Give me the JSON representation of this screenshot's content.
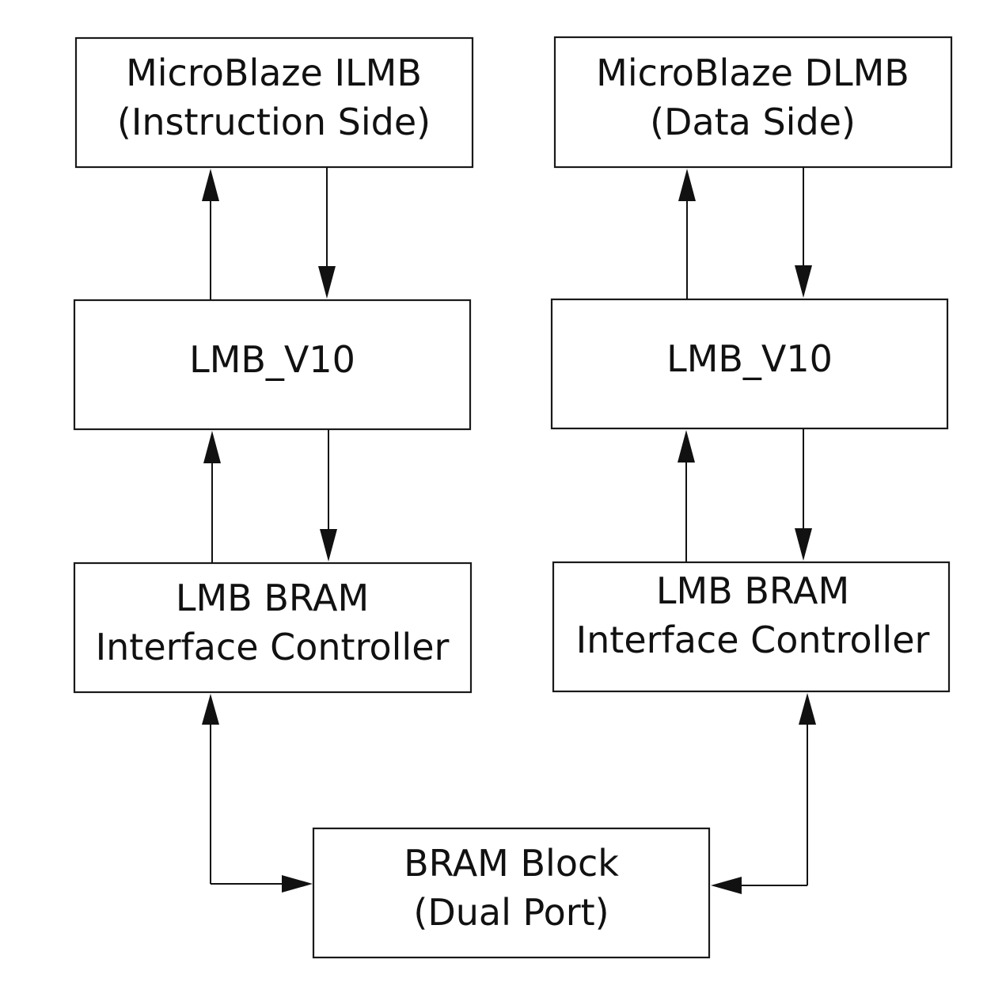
{
  "blocks": {
    "ilmb": {
      "line1": "MicroBlaze ILMB",
      "line2": "(Instruction Side)"
    },
    "dlmb": {
      "line1": "MicroBlaze DLMB",
      "line2": "(Data Side)"
    },
    "lmb_left": {
      "line1": "LMB_V10"
    },
    "lmb_right": {
      "line1": "LMB_V10"
    },
    "ctrl_left": {
      "line1": "LMB BRAM",
      "line2": "Interface Controller"
    },
    "ctrl_right": {
      "line1": "LMB BRAM",
      "line2": "Interface Controller"
    },
    "bram": {
      "line1": "BRAM Block",
      "line2": "(Dual Port)"
    }
  },
  "connections": [
    {
      "from": "lmb_left",
      "to": "ilmb"
    },
    {
      "from": "ilmb",
      "to": "lmb_left"
    },
    {
      "from": "lmb_right",
      "to": "dlmb"
    },
    {
      "from": "dlmb",
      "to": "lmb_right"
    },
    {
      "from": "ctrl_left",
      "to": "lmb_left"
    },
    {
      "from": "lmb_left",
      "to": "ctrl_left"
    },
    {
      "from": "ctrl_right",
      "to": "lmb_right"
    },
    {
      "from": "lmb_right",
      "to": "ctrl_right"
    },
    {
      "from": "ctrl_left",
      "to": "bram",
      "bidirectional": true
    },
    {
      "from": "ctrl_right",
      "to": "bram",
      "bidirectional": true
    }
  ]
}
